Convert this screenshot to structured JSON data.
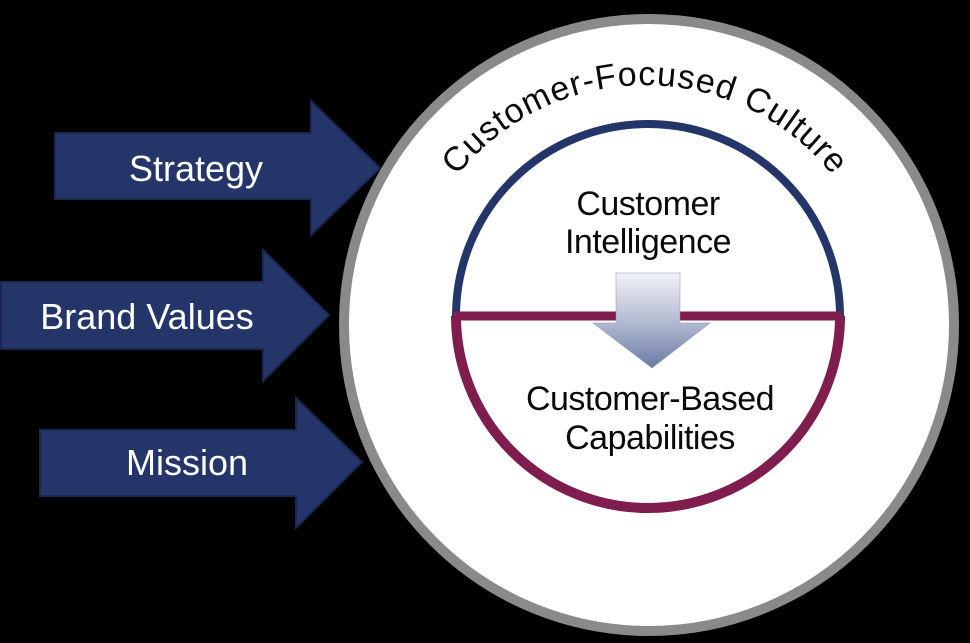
{
  "canvas": {
    "background": "#000000"
  },
  "outer_circle": {
    "curved_label": "Customer-Focused Culture",
    "fill": "#FFFFFF",
    "border_color": "#8A8A8A"
  },
  "input_arrows": {
    "fill": "#24356A",
    "border_color": "#1A2750",
    "text_color": "#FFFFFF",
    "items": [
      {
        "label": "Strategy"
      },
      {
        "label": "Brand Values"
      },
      {
        "label": "Mission"
      }
    ]
  },
  "inner_circle": {
    "top_half": {
      "lines": [
        "Customer",
        "Intelligence"
      ],
      "border_color": "#24356A"
    },
    "bottom_half": {
      "lines": [
        "Customer-Based",
        "Capabilities"
      ],
      "border_color": "#7E1D4E"
    },
    "divider_color": "#7E1D4E",
    "down_arrow": {
      "icon": "down-arrow-icon",
      "gradient_top": "#F2F3F8",
      "gradient_mid": "#AEB6CE",
      "gradient_bottom": "#6C7AA6"
    }
  }
}
